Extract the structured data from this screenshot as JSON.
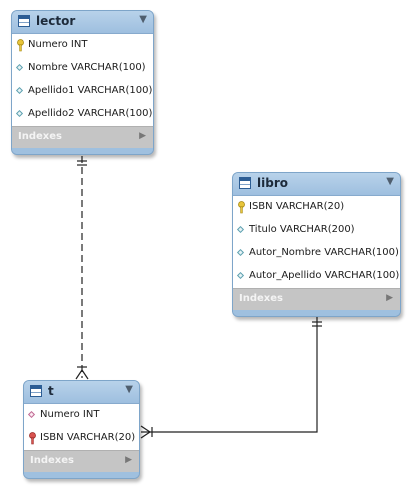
{
  "tables": {
    "lector": {
      "name": "lector",
      "columns": [
        {
          "text": "Numero INT",
          "icon": "primary-key-icon"
        },
        {
          "text": "Nombre VARCHAR(100)",
          "icon": "column-diamond-icon"
        },
        {
          "text": "Apellido1 VARCHAR(100)",
          "icon": "column-diamond-icon"
        },
        {
          "text": "Apellido2 VARCHAR(100)",
          "icon": "column-diamond-icon"
        }
      ],
      "indexes_label": "Indexes"
    },
    "libro": {
      "name": "libro",
      "columns": [
        {
          "text": "ISBN VARCHAR(20)",
          "icon": "primary-key-icon"
        },
        {
          "text": "Titulo VARCHAR(200)",
          "icon": "column-diamond-icon"
        },
        {
          "text": "Autor_Nombre VARCHAR(100)",
          "icon": "column-diamond-icon"
        },
        {
          "text": "Autor_Apellido VARCHAR(100)",
          "icon": "column-diamond-icon"
        }
      ],
      "indexes_label": "Indexes"
    },
    "t": {
      "name": "t",
      "columns": [
        {
          "text": "Numero INT",
          "icon": "foreign-key-diamond-icon"
        },
        {
          "text": "ISBN VARCHAR(20)",
          "icon": "foreign-primary-key-icon"
        }
      ],
      "indexes_label": "Indexes"
    }
  },
  "relationships": [
    {
      "from": "lector",
      "to": "t",
      "style": "identifying-dashed",
      "cardinality": "one-to-many"
    },
    {
      "from": "libro",
      "to": "t",
      "style": "non-identifying-solid",
      "cardinality": "one-to-many"
    }
  ],
  "colors": {
    "header": "#9fc0df",
    "indexes_bar": "#c5c5c5",
    "primary_key": "#e8c53a",
    "foreign_key": "#d9534f",
    "connector": "#222222"
  }
}
